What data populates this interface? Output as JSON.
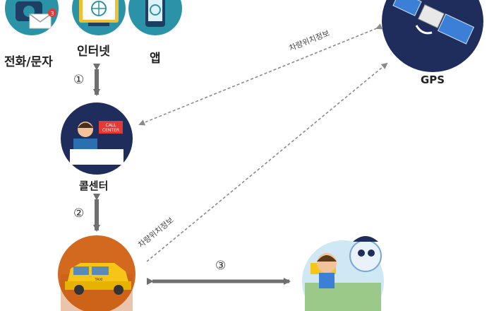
{
  "channels": {
    "phone_sms": "전화/문자",
    "internet": "인터넷",
    "app": "앱"
  },
  "sms_badge": "3",
  "call_center": {
    "label": "콜센터",
    "sign_line1": "CALL",
    "sign_line2": "CENTER"
  },
  "gps": {
    "label": "GPS"
  },
  "taxi": {
    "roof": "TAXI"
  },
  "steps": {
    "one": "①",
    "two": "②",
    "three": "③"
  },
  "links": {
    "gps_to_callcenter": "차량위치정보",
    "gps_to_taxi": "차량위치정보"
  },
  "colors": {
    "navy_circle": "#1f2d5c",
    "teal_circle": "#2a93a8",
    "taxi_circle": "#d2691e",
    "arrow_gray": "#6f6f6f",
    "dash_gray": "#8a8a8a"
  }
}
